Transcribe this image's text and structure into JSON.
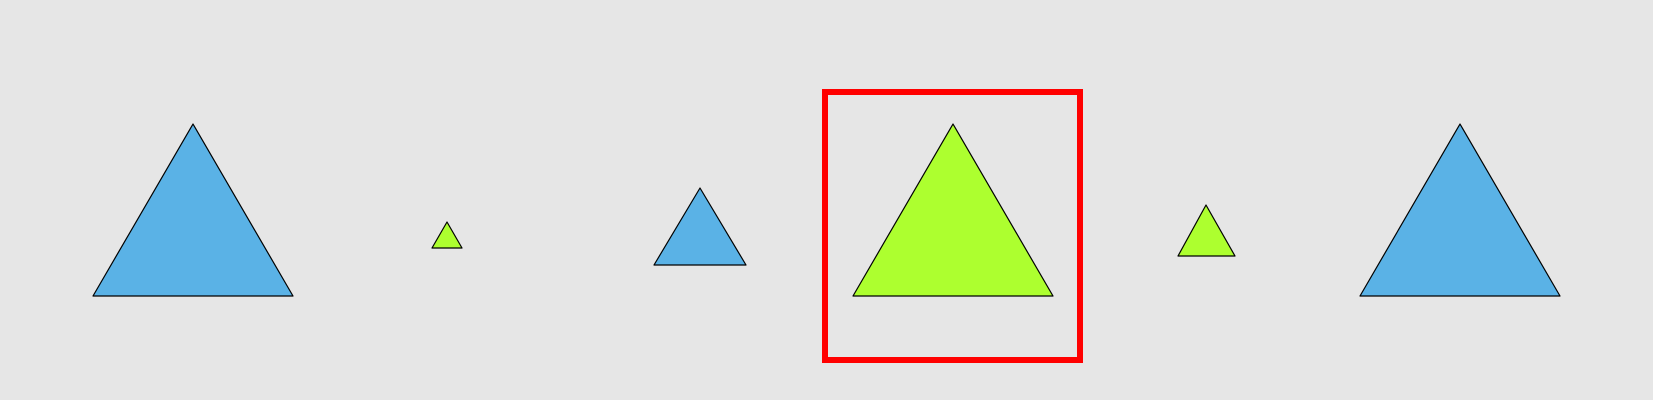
{
  "canvas": {
    "background": "#e6e6e6"
  },
  "colors": {
    "blue": "#5ab2e6",
    "green": "#adff2f",
    "outline": "#000000",
    "highlight": "#ff0000"
  },
  "shapes": [
    {
      "id": "triangle-1",
      "shape": "triangle",
      "color": "blue",
      "size": "large"
    },
    {
      "id": "triangle-2",
      "shape": "triangle",
      "color": "green",
      "size": "tiny"
    },
    {
      "id": "triangle-3",
      "shape": "triangle",
      "color": "blue",
      "size": "small"
    },
    {
      "id": "triangle-4",
      "shape": "triangle",
      "color": "green",
      "size": "large",
      "highlighted": true
    },
    {
      "id": "triangle-5",
      "shape": "triangle",
      "color": "green",
      "size": "small"
    },
    {
      "id": "triangle-6",
      "shape": "triangle",
      "color": "blue",
      "size": "large"
    }
  ]
}
